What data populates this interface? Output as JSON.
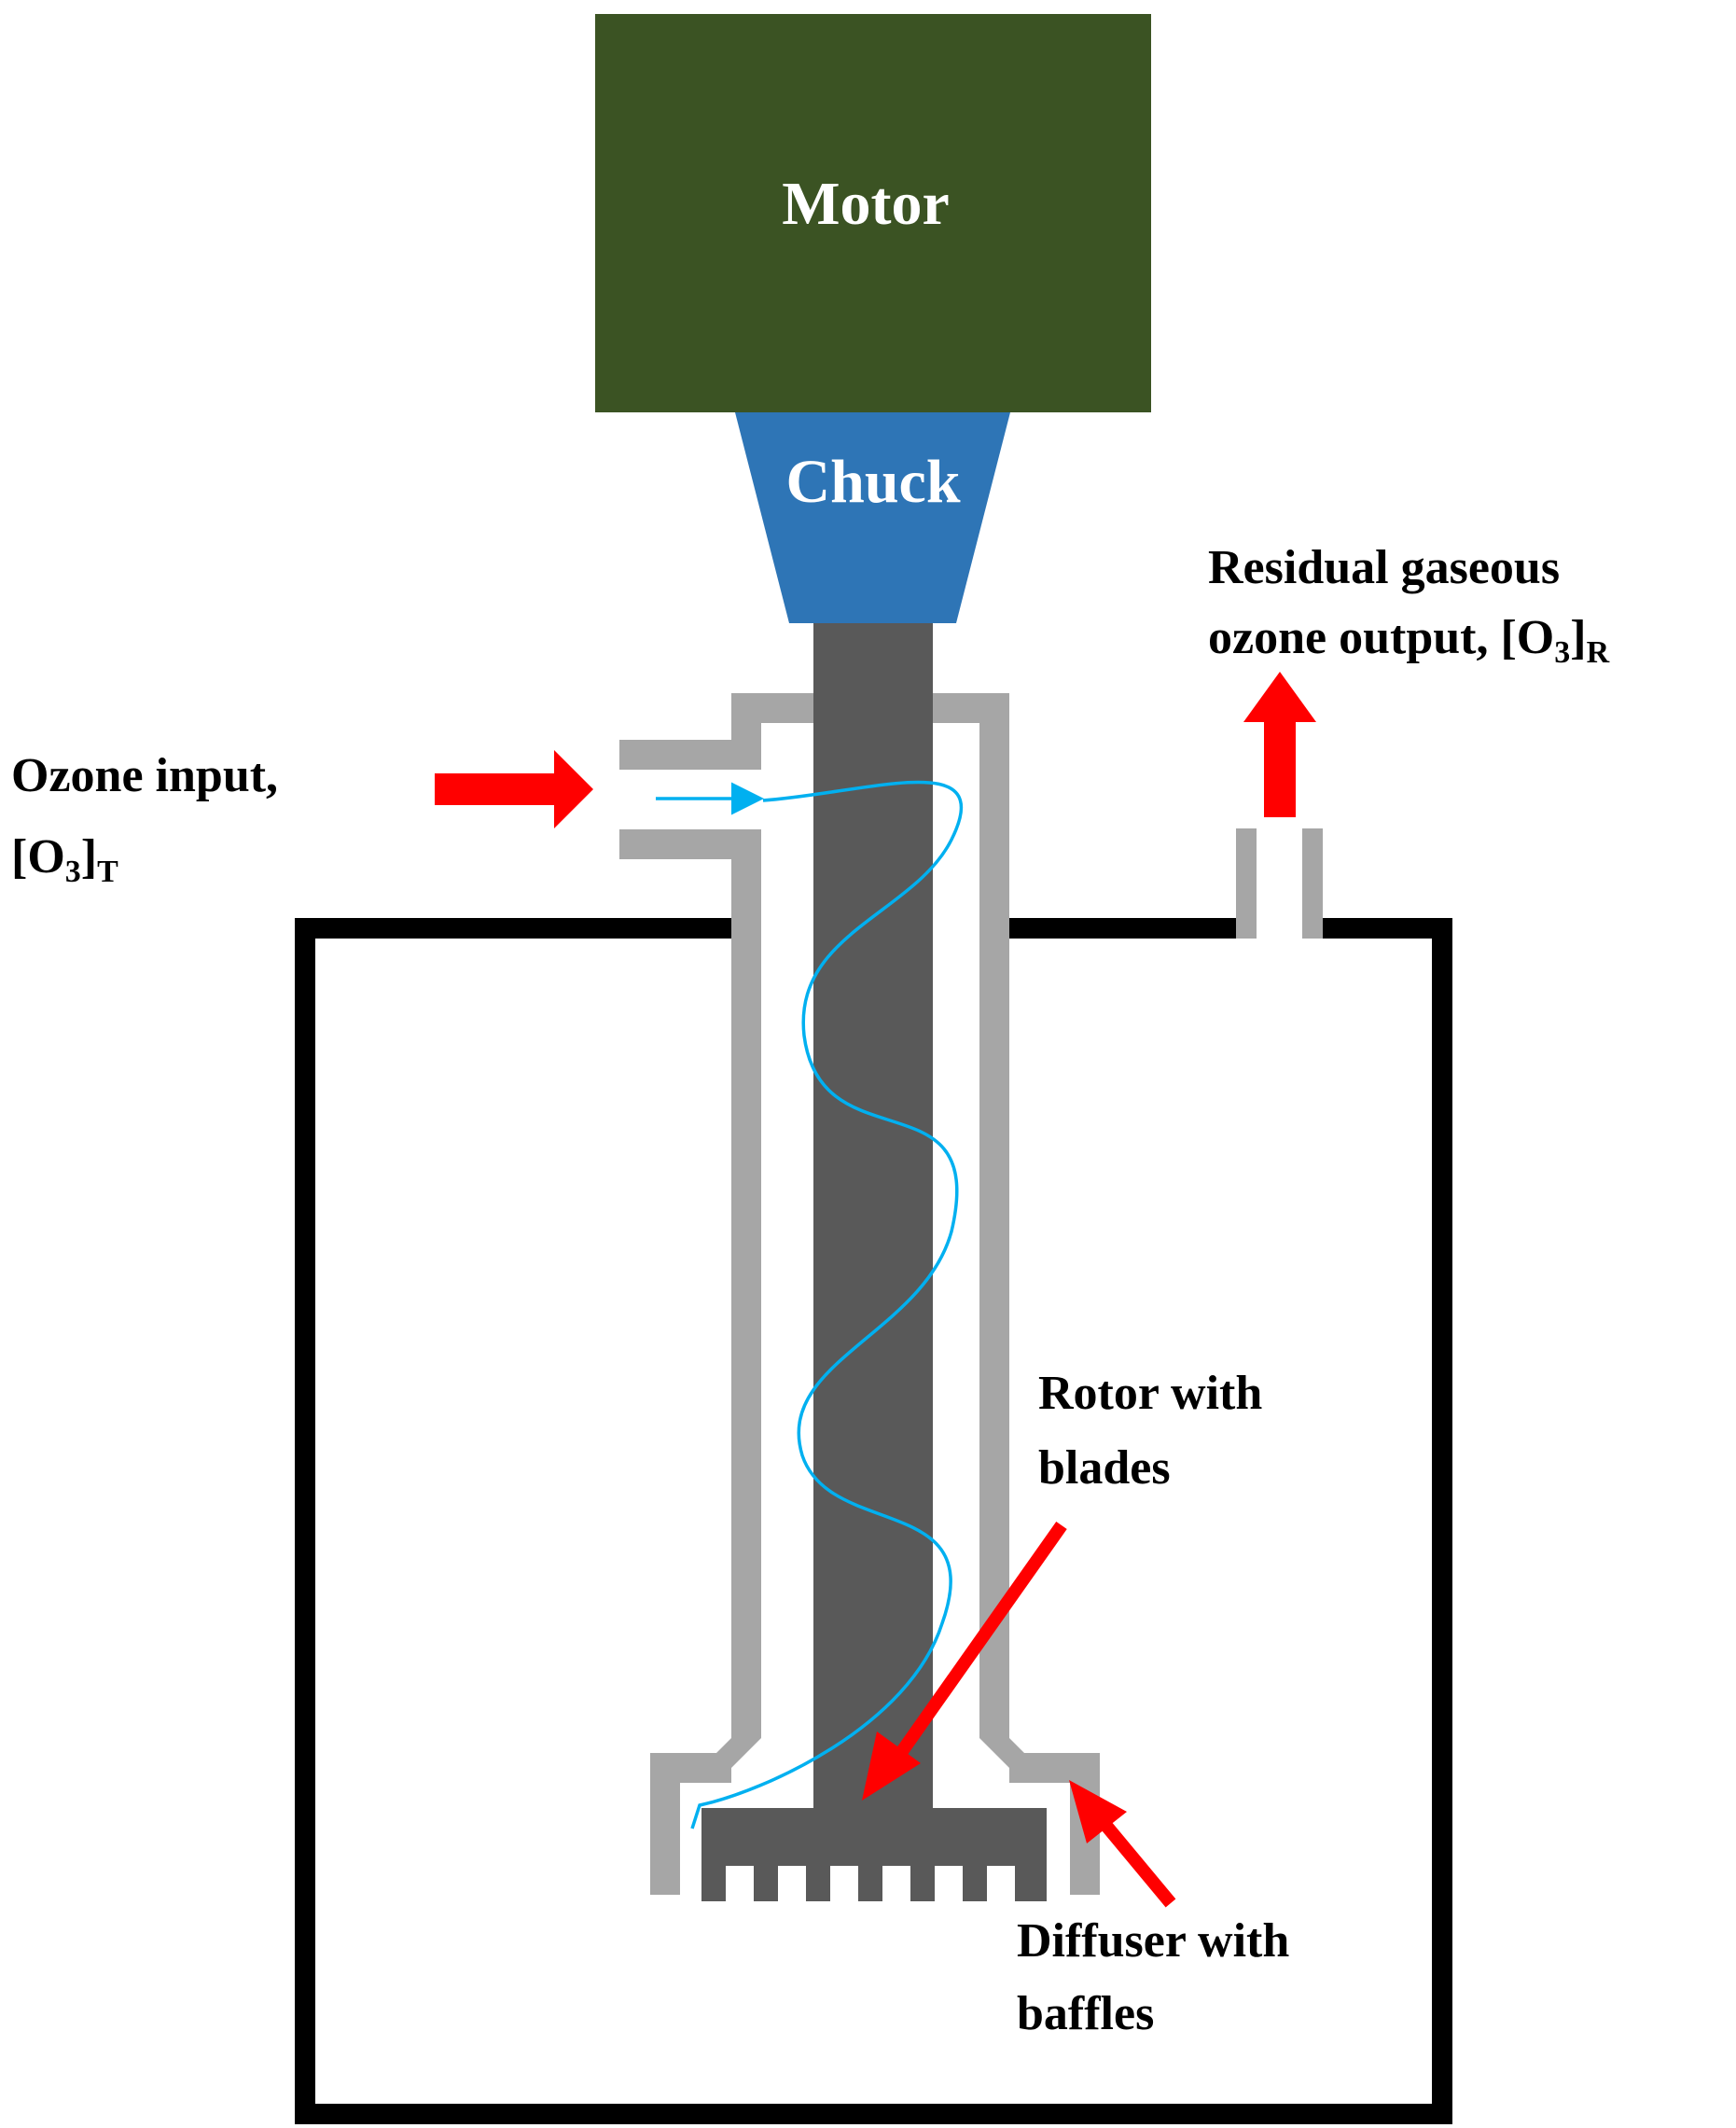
{
  "colors": {
    "motor": "#3b5323",
    "chuck": "#2e75b6",
    "shaft": "#595959",
    "housing": "#a6a6a6",
    "flow": "#00b0f0",
    "arrow": "#ff0000",
    "tank": "#000000"
  },
  "labels": {
    "motor": "Motor",
    "chuck": "Chuck",
    "ozone_input_line1": "Ozone input,",
    "ozone_input_sym": "[O",
    "ozone_input_sub3": "3",
    "ozone_input_close": "]",
    "ozone_input_subT": "T",
    "residual_line1": "Residual gaseous",
    "residual_line2": "ozone output, [O",
    "residual_sub3": "3",
    "residual_close": "]",
    "residual_subR": "R",
    "rotor_line1": "Rotor with",
    "rotor_line2": "blades",
    "diffuser_line1": "Diffuser with",
    "diffuser_line2": "baffles"
  }
}
